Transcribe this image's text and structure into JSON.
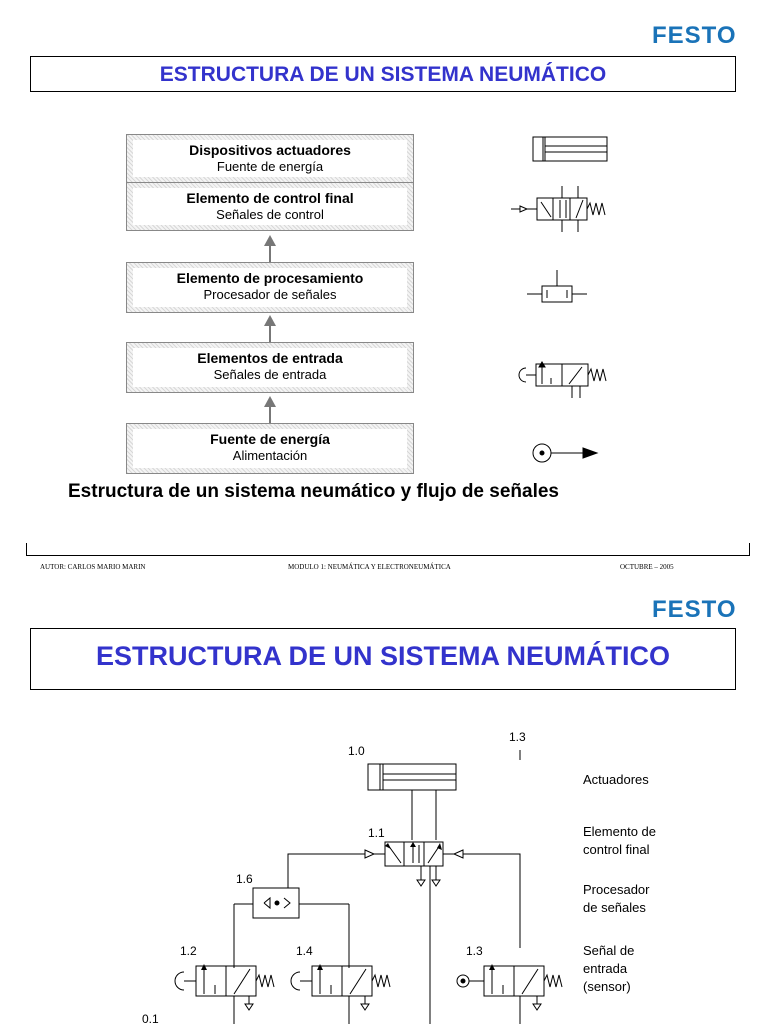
{
  "slide1": {
    "logo": "FESTO",
    "title": "ESTRUCTURA DE UN SISTEMA NEUMÁTICO",
    "blocks": [
      {
        "title": "Dispositivos actuadores",
        "subtitle": "Fuente de energía"
      },
      {
        "title": "Elemento de control final",
        "subtitle": "Señales de control"
      },
      {
        "title": "Elemento de procesamiento",
        "subtitle": "Procesador de señales"
      },
      {
        "title": "Elementos de entrada",
        "subtitle": "Señales de entrada"
      },
      {
        "title": "Fuente de energía",
        "subtitle": "Alimentación"
      }
    ],
    "caption": "Estructura de un sistema neumático y flujo de señales",
    "footer": {
      "author": "AUTOR: CARLOS MARIO MARIN",
      "module": "MODULO 1:  NEUMÁTICA Y ELECTRONEUMÁTICA",
      "date": "OCTUBRE – 2005"
    }
  },
  "slide2": {
    "logo": "FESTO",
    "title": "ESTRUCTURA DE UN SISTEMA NEUMÁTICO",
    "component_labels": [
      "1.0",
      "1.3",
      "1.1",
      "1.6",
      "1.2",
      "1.4",
      "1.3",
      "0.1"
    ],
    "level_labels": {
      "actuadores": "Actuadores",
      "control_1": "Elemento de",
      "control_2": "control final",
      "proc_1": "Procesador",
      "proc_2": "de señales",
      "input_1": "Señal de",
      "input_2": "entrada",
      "input_3": "(sensor)"
    }
  },
  "colors": {
    "title": "#3333cc",
    "logo": "#1a73b8"
  }
}
